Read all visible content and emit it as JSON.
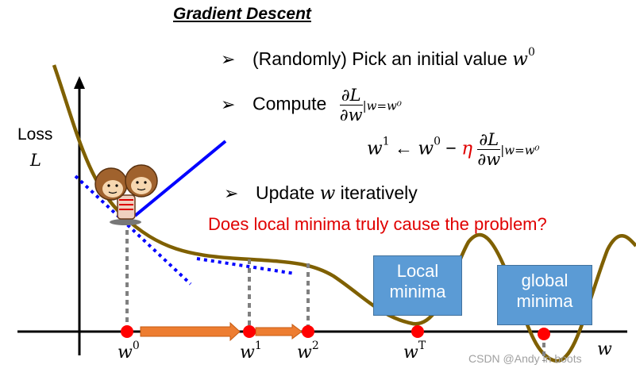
{
  "title": "Gradient Descent",
  "step1": {
    "text": "(Randomly) Pick an initial value ",
    "var": "w",
    "sup": "0"
  },
  "step2": {
    "text": "Compute",
    "num": "∂L",
    "den": "∂w",
    "sub": "|w=w⁰"
  },
  "update_rule": {
    "lhs": "w",
    "lhs_sup": "1",
    "arrow": " ← ",
    "rhs": "w",
    "rhs_sup": "0",
    "minus": " − ",
    "eta": "η",
    "num": "∂L",
    "den": "∂w",
    "sub": "|w=w⁰"
  },
  "step3": {
    "text": "Update ",
    "var": "w",
    "suffix": " iteratively"
  },
  "question": "Does local minima truly cause the problem?",
  "y_axis": {
    "line1": "Loss",
    "line2": "L"
  },
  "x_axis_label": "w",
  "boxes": {
    "local": "Local minima",
    "global": "global minima"
  },
  "points": [
    {
      "label": "w",
      "sup": "0"
    },
    {
      "label": "w",
      "sup": "1"
    },
    {
      "label": "w",
      "sup": "2"
    },
    {
      "label": "w",
      "sup": "T"
    }
  ],
  "watermark": "CSDN @Andy in boots",
  "colors": {
    "curve": "#7f6000",
    "tangent": "#0000ff",
    "point": "#ff0000",
    "step_arrow": "#ed7d31",
    "box": "#5b9bd5",
    "question": "#e00000"
  }
}
